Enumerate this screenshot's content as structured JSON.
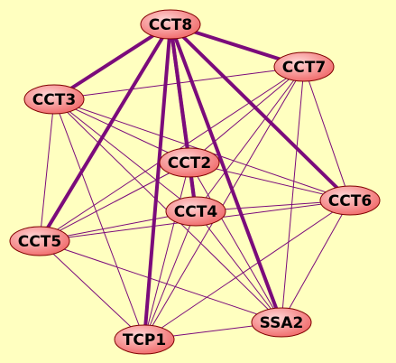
{
  "colors": {
    "background": "#ffffc0",
    "edge": "#7b0b7b",
    "node_fill_light": "#ffd6d6",
    "node_fill_dark": "#f06868",
    "node_border": "#800000"
  },
  "nodes": [
    {
      "id": "CCT8",
      "label": "CCT8"
    },
    {
      "id": "CCT7",
      "label": "CCT7"
    },
    {
      "id": "CCT3",
      "label": "CCT3"
    },
    {
      "id": "CCT2",
      "label": "CCT2"
    },
    {
      "id": "CCT6",
      "label": "CCT6"
    },
    {
      "id": "CCT4",
      "label": "CCT4"
    },
    {
      "id": "CCT5",
      "label": "CCT5"
    },
    {
      "id": "SSA2",
      "label": "SSA2"
    },
    {
      "id": "TCP1",
      "label": "TCP1"
    }
  ],
  "edges": [
    {
      "source": "CCT8",
      "target": "CCT7",
      "strength": "strong"
    },
    {
      "source": "CCT8",
      "target": "CCT3",
      "strength": "strong"
    },
    {
      "source": "CCT8",
      "target": "CCT2",
      "strength": "strong"
    },
    {
      "source": "CCT8",
      "target": "CCT4",
      "strength": "strong"
    },
    {
      "source": "CCT8",
      "target": "CCT6",
      "strength": "strong"
    },
    {
      "source": "CCT8",
      "target": "CCT5",
      "strength": "strong"
    },
    {
      "source": "CCT8",
      "target": "TCP1",
      "strength": "strong"
    },
    {
      "source": "CCT8",
      "target": "SSA2",
      "strength": "strong"
    },
    {
      "source": "CCT7",
      "target": "CCT3",
      "strength": "weak"
    },
    {
      "source": "CCT7",
      "target": "CCT2",
      "strength": "weak"
    },
    {
      "source": "CCT7",
      "target": "CCT4",
      "strength": "weak"
    },
    {
      "source": "CCT7",
      "target": "CCT6",
      "strength": "weak"
    },
    {
      "source": "CCT7",
      "target": "CCT5",
      "strength": "weak"
    },
    {
      "source": "CCT7",
      "target": "SSA2",
      "strength": "weak"
    },
    {
      "source": "CCT7",
      "target": "TCP1",
      "strength": "weak"
    },
    {
      "source": "CCT3",
      "target": "CCT2",
      "strength": "weak"
    },
    {
      "source": "CCT3",
      "target": "CCT4",
      "strength": "weak"
    },
    {
      "source": "CCT3",
      "target": "CCT6",
      "strength": "weak"
    },
    {
      "source": "CCT3",
      "target": "CCT5",
      "strength": "weak"
    },
    {
      "source": "CCT3",
      "target": "SSA2",
      "strength": "weak"
    },
    {
      "source": "CCT3",
      "target": "TCP1",
      "strength": "weak"
    },
    {
      "source": "CCT2",
      "target": "CCT4",
      "strength": "strong"
    },
    {
      "source": "CCT2",
      "target": "CCT6",
      "strength": "weak"
    },
    {
      "source": "CCT2",
      "target": "CCT5",
      "strength": "weak"
    },
    {
      "source": "CCT2",
      "target": "SSA2",
      "strength": "weak"
    },
    {
      "source": "CCT2",
      "target": "TCP1",
      "strength": "weak"
    },
    {
      "source": "CCT4",
      "target": "CCT6",
      "strength": "weak"
    },
    {
      "source": "CCT4",
      "target": "CCT5",
      "strength": "weak"
    },
    {
      "source": "CCT4",
      "target": "SSA2",
      "strength": "weak"
    },
    {
      "source": "CCT4",
      "target": "TCP1",
      "strength": "weak"
    },
    {
      "source": "CCT6",
      "target": "CCT5",
      "strength": "weak"
    },
    {
      "source": "CCT6",
      "target": "SSA2",
      "strength": "weak"
    },
    {
      "source": "CCT6",
      "target": "TCP1",
      "strength": "weak"
    },
    {
      "source": "CCT5",
      "target": "SSA2",
      "strength": "weak"
    },
    {
      "source": "CCT5",
      "target": "TCP1",
      "strength": "weak"
    },
    {
      "source": "SSA2",
      "target": "TCP1",
      "strength": "weak"
    }
  ]
}
